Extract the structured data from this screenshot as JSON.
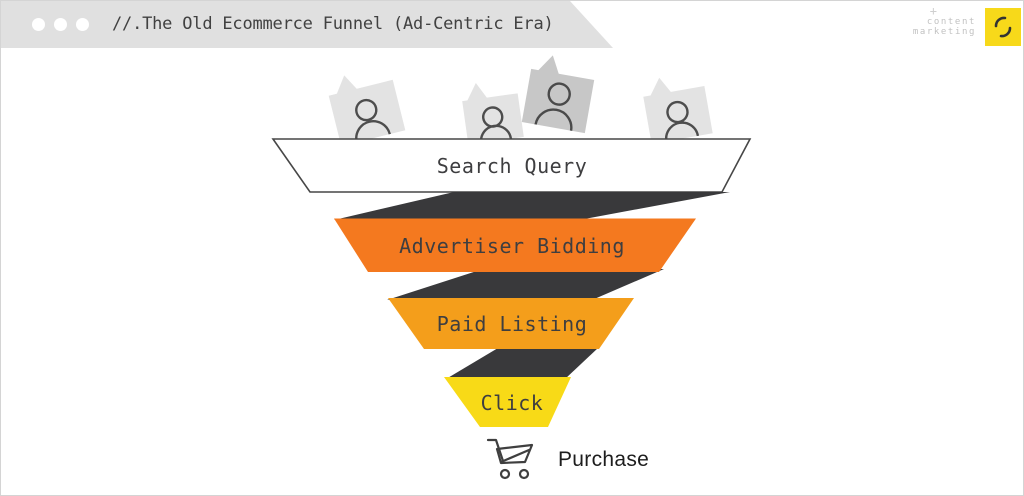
{
  "window": {
    "title": "//.The Old Ecommerce Funnel (Ad-Centric Era)"
  },
  "brand": {
    "name_line1": "content",
    "name_line2": "marketing",
    "plus": "+"
  },
  "funnel": {
    "type": "funnel",
    "stages": [
      {
        "label": "Search Query",
        "color": "#FFFFFF"
      },
      {
        "label": "Advertiser Bidding",
        "color": "#F4791F"
      },
      {
        "label": "Paid Listing",
        "color": "#F49E1B"
      },
      {
        "label": "Click",
        "color": "#F8DA17"
      }
    ],
    "outcome": "Purchase",
    "audience_icon_count": 4
  },
  "colors": {
    "titlebar_bg": "#E0E0E0",
    "funnel_back": "#39393B",
    "accent_yellow": "#F7D91A",
    "bubble_light": "#E3E3E3",
    "bubble_dark": "#C7C7C7",
    "text_dark": "#3E3E40"
  }
}
